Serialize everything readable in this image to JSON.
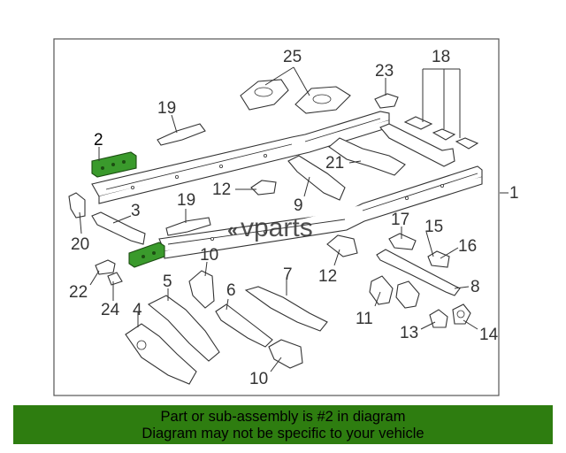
{
  "callouts": {
    "c1": "1",
    "c2": "2",
    "c3": "3",
    "c4": "4",
    "c5": "5",
    "c6": "6",
    "c7": "7",
    "c8": "8",
    "c9": "9",
    "c10a": "10",
    "c10b": "10",
    "c11": "11",
    "c12a": "12",
    "c12b": "12",
    "c13": "13",
    "c14": "14",
    "c15": "15",
    "c16": "16",
    "c17": "17",
    "c18": "18",
    "c19a": "19",
    "c19b": "19",
    "c20": "20",
    "c21": "21",
    "c22": "22",
    "c23": "23",
    "c24": "24",
    "c25": "25"
  },
  "watermark": {
    "prefix": "«",
    "text": "vparts"
  },
  "banner": {
    "line1": "Part or sub-assembly is #2 in diagram",
    "line2": "Diagram may not be specific to your vehicle"
  },
  "colors": {
    "highlight": "#3a9a2c",
    "banner": "#2e7d10"
  }
}
